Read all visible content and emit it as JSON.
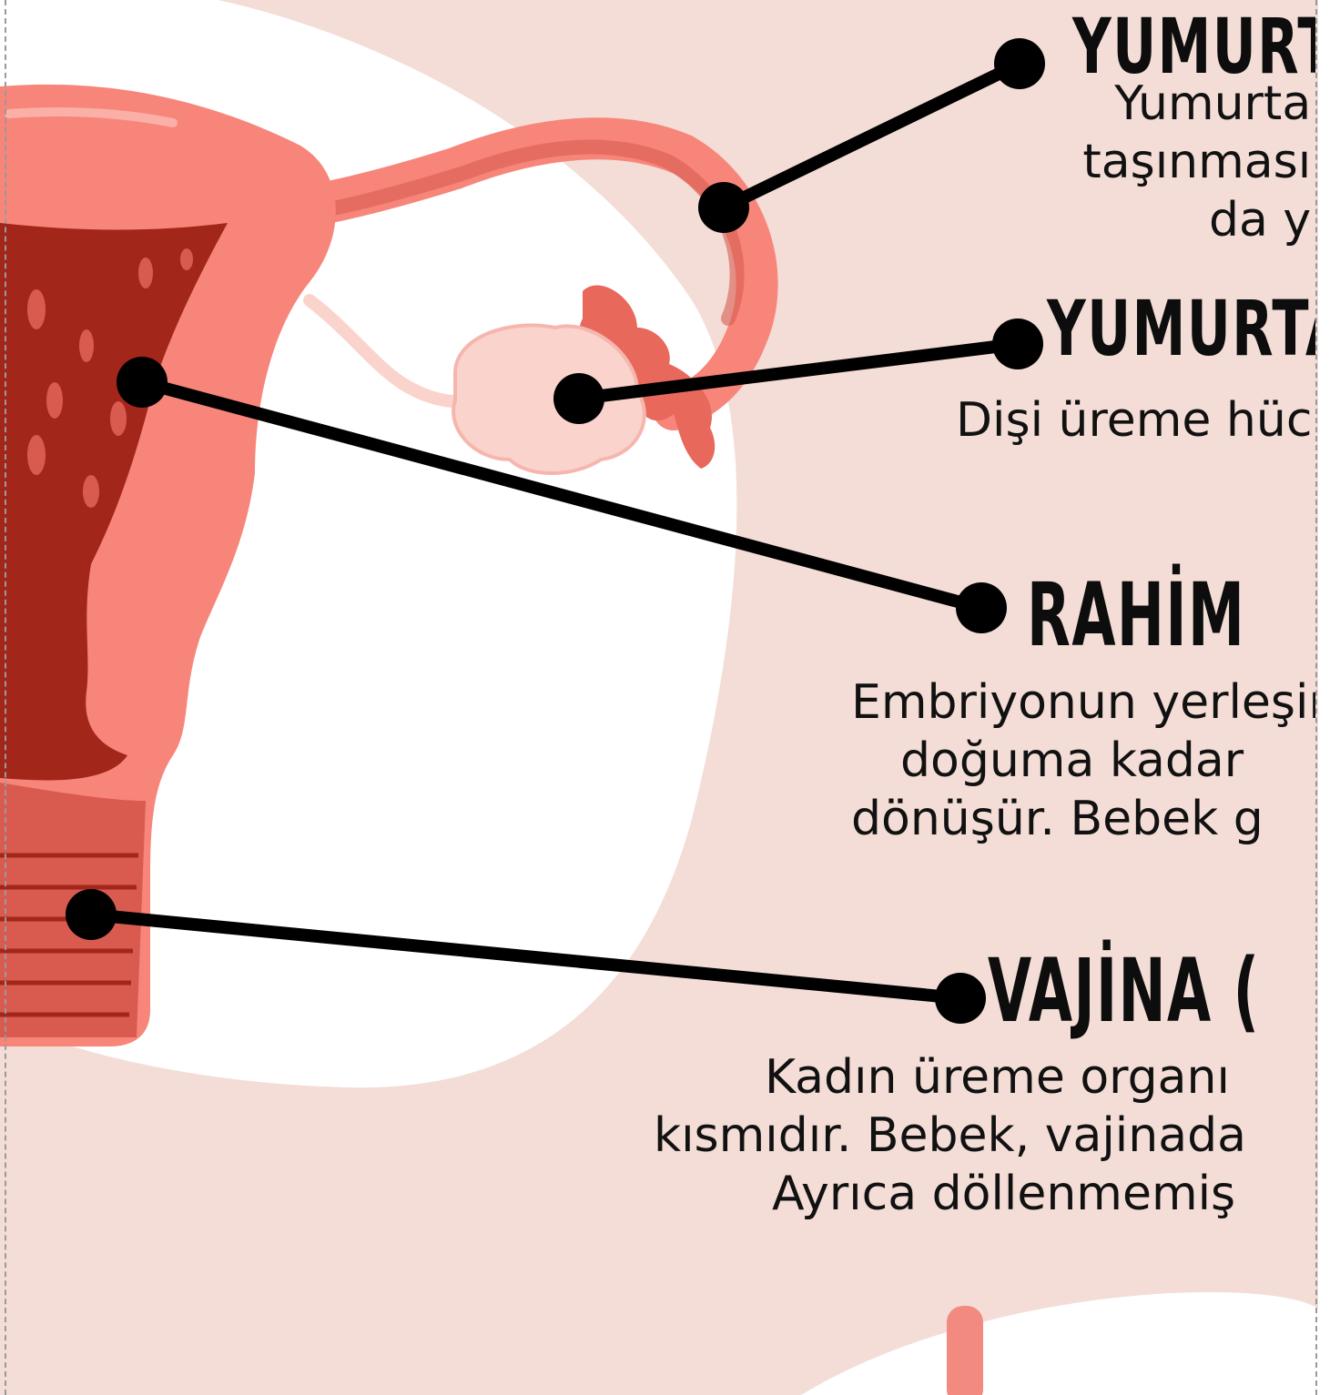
{
  "labels": {
    "fallopian": {
      "title": "YUMURTA KANALI",
      "lines": [
        "Yumurta",
        "taşınması",
        "da y"
      ]
    },
    "ovary": {
      "title": "YUMURTALIK",
      "lines": [
        "Dişi üreme hücresi"
      ]
    },
    "uterus": {
      "title": "RAHİM",
      "lines": [
        "Embriyonun yerleşir",
        "doğuma kadar",
        "dönüşür. Bebek g"
      ]
    },
    "vagina": {
      "title": "VAJİNA (",
      "lines": [
        "Kadın üreme organı",
        "kısmıdır. Bebek, vajinada",
        "Ayrıca döllenmemiş"
      ]
    }
  },
  "colors": {
    "background": "#f3ddd6",
    "blob": "#ffffff",
    "uterus_outer": "#f7857a",
    "uterus_inner": "#a3261a",
    "uterus_shade": "#d95b50",
    "ovary": "#fbd3cd",
    "connector": "#000000"
  }
}
